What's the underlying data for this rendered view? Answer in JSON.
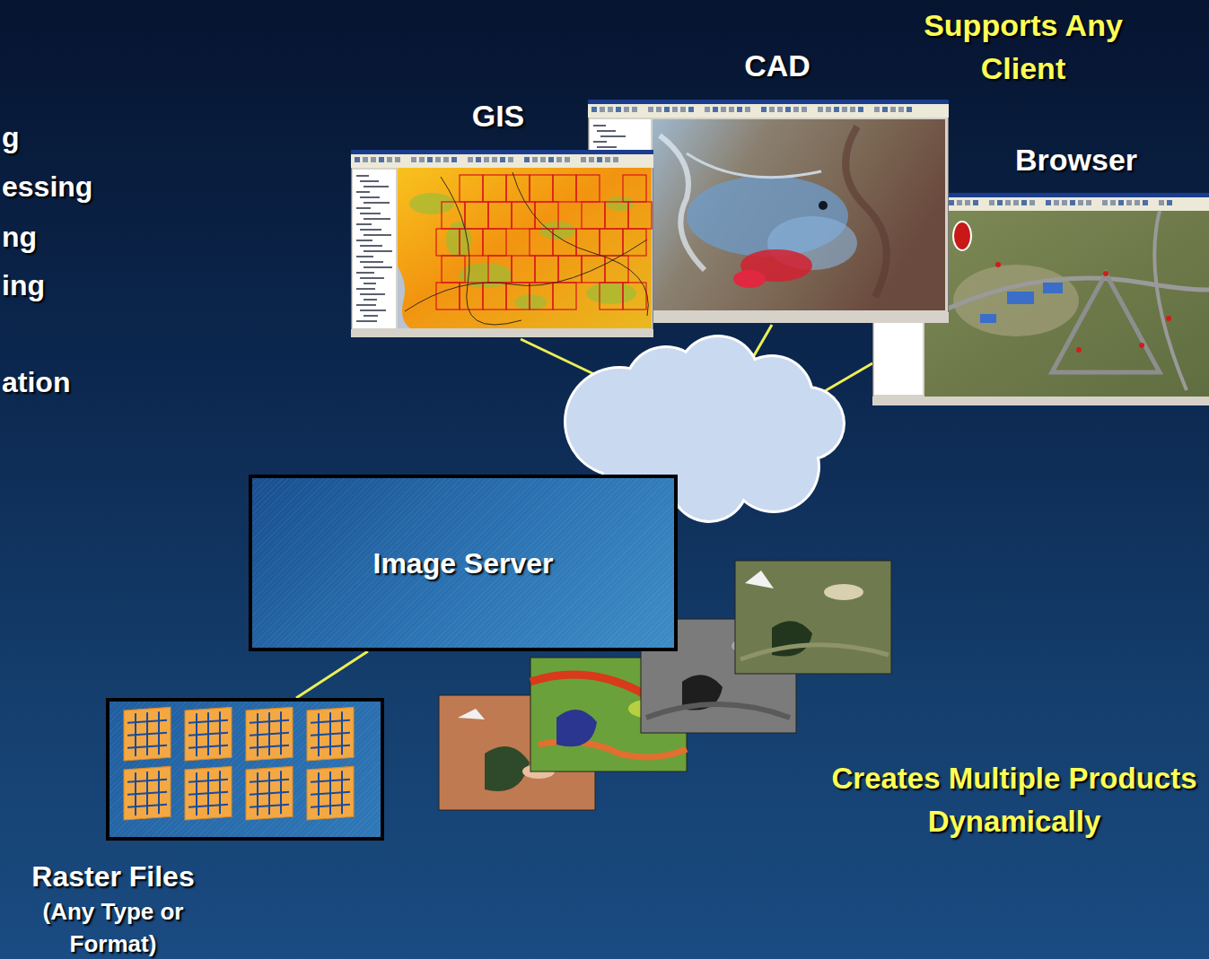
{
  "diagram": {
    "nodes": [
      {
        "text": [
          "GIS"
        ]
      },
      {
        "text": [
          "CAD"
        ]
      },
      {
        "text": [
          "Browser"
        ]
      },
      {
        "text": [
          "Image Server"
        ]
      },
      {
        "text": [
          "Raster Files",
          "(Any Type or Format)"
        ]
      }
    ],
    "edges": [
      {
        "from": 4,
        "to": 3,
        "arrow": "none"
      }
    ],
    "labels": [
      "Supports Any Client",
      "g",
      "essing",
      "ng",
      "ing",
      "ation",
      "Creates Multiple Products Dynamically"
    ]
  }
}
